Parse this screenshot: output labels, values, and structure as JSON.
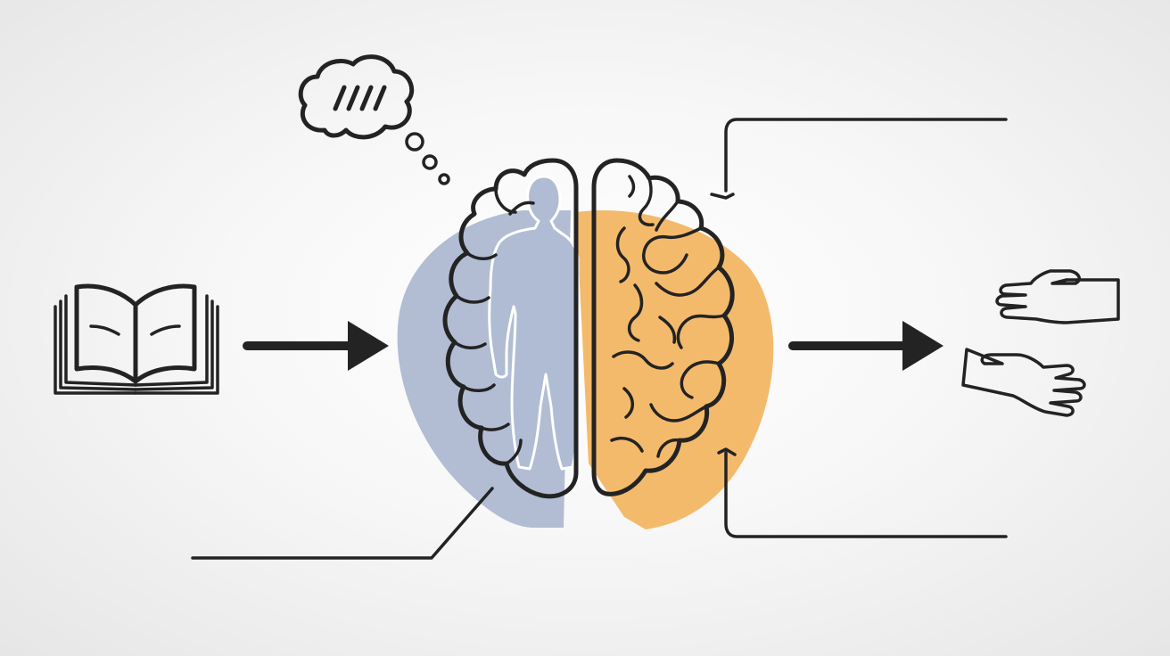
{
  "diagram": {
    "colors": {
      "background": "#f2f2f2",
      "ink": "#232323",
      "left_hemisphere_fill": "#b2bdd4",
      "right_hemisphere_fill": "#f4ba6c",
      "figure_fill": "#b0bcd3"
    },
    "nodes": [
      {
        "name": "book",
        "icon": "open-book-icon"
      },
      {
        "name": "brain",
        "icon": "brain-icon",
        "parts": [
          "left-hemisphere",
          "right-hemisphere",
          "person-silhouette"
        ]
      },
      {
        "name": "thought",
        "icon": "thought-bubble-icon",
        "text_shown": "////"
      },
      {
        "name": "hands",
        "icon": "hands-icon"
      }
    ],
    "edges": [
      {
        "from": "book",
        "to": "brain",
        "style": "arrow"
      },
      {
        "from": "brain",
        "to": "hands",
        "style": "arrow"
      }
    ],
    "callout_lines": [
      {
        "attached_to": "left-hemisphere",
        "direction": "down-left"
      },
      {
        "attached_to": "right-hemisphere",
        "direction": "top-right",
        "arrowhead": true
      },
      {
        "attached_to": "right-hemisphere",
        "direction": "bottom-right"
      }
    ]
  }
}
